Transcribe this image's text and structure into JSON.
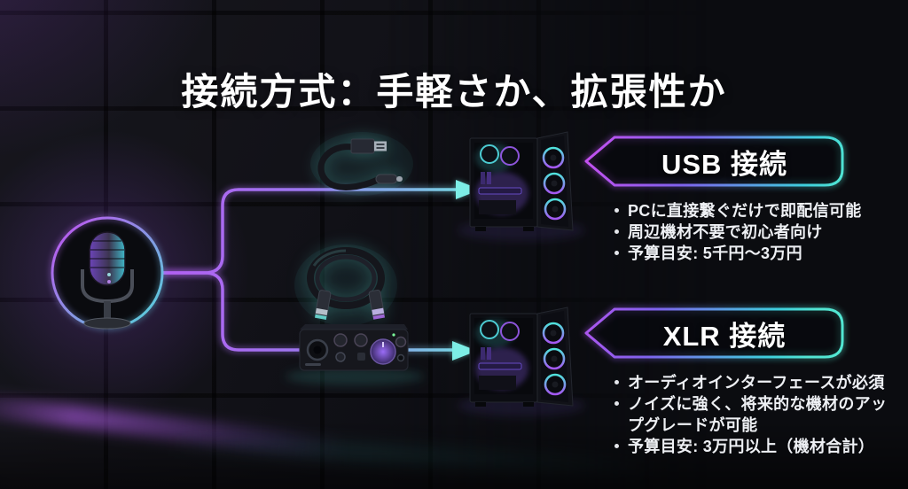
{
  "title": "接続方式：手軽さか、拡張性か",
  "colors": {
    "background": "#0b0c10",
    "accent_purple": "#bb4df0",
    "accent_cyan": "#49dfd8",
    "arrow_cyan": "#7deee6",
    "text": "#ffffff"
  },
  "microphone": {
    "icon": "microphone-icon"
  },
  "usb_branch": {
    "label": "USB 接続",
    "cable_icon": "usb-cable-icon",
    "pc_icon": "pc-tower-icon",
    "bullets": [
      "PCに直接繋ぐだけで即配信可能",
      "周辺機材不要で初心者向け",
      "予算目安: 5千円〜3万円"
    ]
  },
  "xlr_branch": {
    "label": "XLR 接続",
    "cable_icon": "xlr-cable-icon",
    "interface_icon": "audio-interface-icon",
    "pc_icon": "pc-tower-icon",
    "bullets": [
      "オーディオインターフェースが必須",
      "ノイズに強く、将来的な機材のアップグレードが可能",
      "予算目安: 3万円以上（機材合計）"
    ]
  }
}
